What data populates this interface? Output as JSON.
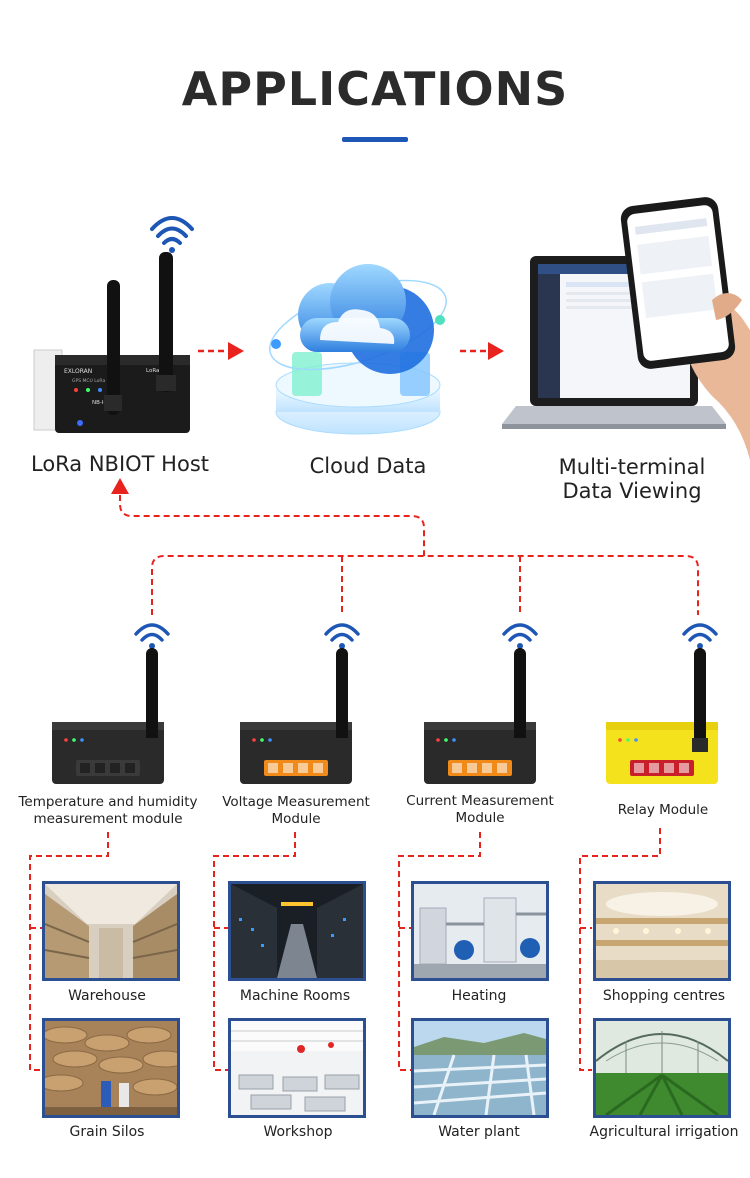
{
  "title": "APPLICATIONS",
  "top_row": {
    "host_label": "LoRa NBIOT Host",
    "cloud_label": "Cloud Data",
    "terminal_label_line1": "Multi-terminal",
    "terminal_label_line2": "Data Viewing"
  },
  "device_prints": {
    "host_brand": "EXLORAN",
    "host_ports": "GPS  MCU  LoRa  PWR",
    "host_nbiot": "NB-IoT",
    "host_lora": "LoRa"
  },
  "modules": [
    {
      "line1": "Temperature and humidity",
      "line2": "measurement module",
      "color": "#2a2a2a"
    },
    {
      "line1": "Voltage Measurement",
      "line2": "Module",
      "color": "#2a2a2a"
    },
    {
      "line1": "Current Measurement",
      "line2": "Module",
      "color": "#2a2a2a"
    },
    {
      "line1": "Relay Module",
      "line2": "",
      "color": "#f4e21c"
    }
  ],
  "scenes": [
    {
      "label": "Warehouse"
    },
    {
      "label": "Machine Rooms"
    },
    {
      "label": "Heating"
    },
    {
      "label": "Shopping centres"
    },
    {
      "label": "Grain Silos"
    },
    {
      "label": "Workshop"
    },
    {
      "label": "Water plant"
    },
    {
      "label": "Agricultural irrigation"
    }
  ],
  "colors": {
    "accent_blue": "#1e56b5",
    "dashed_red": "#e8231e",
    "photo_border": "#2c4f91"
  }
}
